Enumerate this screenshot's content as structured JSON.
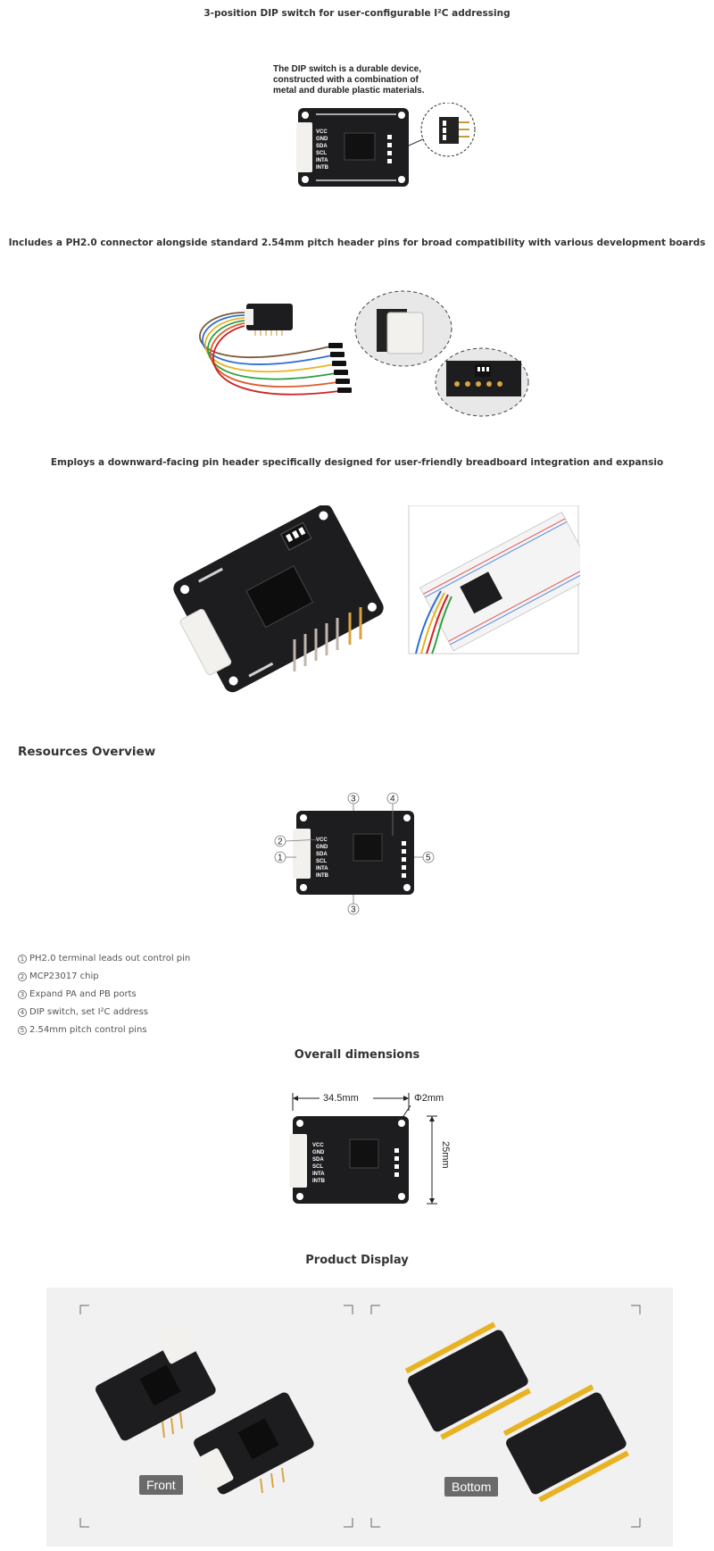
{
  "sections": {
    "dip": {
      "heading": "3-position DIP switch for user-configurable I²C addressing",
      "caption": [
        "The DIP switch is a durable device,",
        "constructed with a combination of",
        "metal and durable plastic materials."
      ]
    },
    "connector": {
      "heading": "Includes a PH2.0 connector alongside standard 2.54mm pitch header pins for broad compatibility with various development boards"
    },
    "breadboard": {
      "heading": "Employs a downward-facing pin header specifically designed for user-friendly breadboard integration and expansio"
    },
    "resources": {
      "title": "Resources Overview",
      "items": [
        {
          "num": "1",
          "text": "PH2.0 terminal leads out control pin"
        },
        {
          "num": "2",
          "text": "MCP23017 chip"
        },
        {
          "num": "3",
          "text": "Expand PA and PB ports"
        },
        {
          "num": "4",
          "text": "DIP switch, set I²C address"
        },
        {
          "num": "5",
          "text": "2.54mm pitch control pins"
        }
      ]
    },
    "dimensions": {
      "title": "Overall dimensions",
      "width_label": "34.5mm",
      "hole_label": "Φ2mm",
      "height_label": "25mm"
    },
    "product": {
      "title": "Product Display",
      "front_label": "Front",
      "bottom_label": "Bottom"
    }
  },
  "pcb_labels": [
    "VCC",
    "GND",
    "SDA",
    "SCL",
    "INTA",
    "INTB"
  ],
  "callouts": {
    "one": "1",
    "two": "2",
    "three": "3",
    "four": "4",
    "five": "5"
  },
  "colors": {
    "pcb": "#1d1d1f",
    "connector": "#f3f1ee",
    "pin_gold": "#d9a441",
    "panel_bg": "#f2f1f1",
    "badge_bg": "#6a6a6a"
  }
}
